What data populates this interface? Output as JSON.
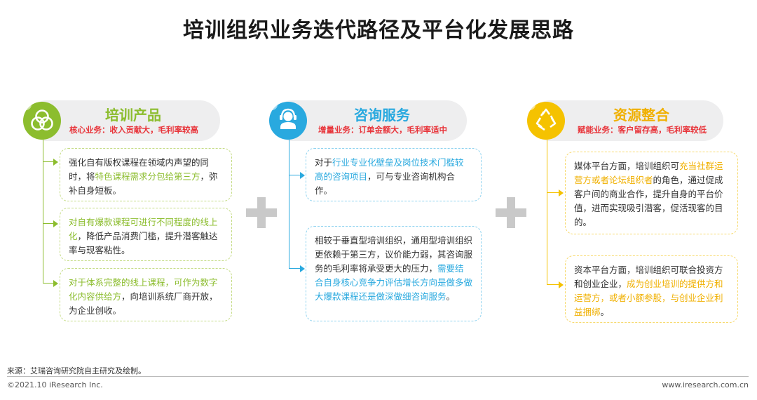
{
  "title": "培训组织业务迭代路径及平台化发展思路",
  "columns": [
    {
      "title": "培训产品",
      "subtitle": "核心业务：收入贡献大，毛利率较高",
      "accent": "#8cbd2e",
      "subtitle_color": "#e8353b",
      "icon": "three-circles-icon",
      "boxes": [
        [
          {
            "t": "强化自有版权课程在领域内声望的同时，将"
          },
          {
            "t": "特色课程需求分包给第三方",
            "h": 1
          },
          {
            "t": "，弥补自身短板。"
          }
        ],
        [
          {
            "t": "对自有爆款课程可进行不同程度的线上化",
            "h": 1
          },
          {
            "t": "，降低产品消费门槛，提升潜客触达率与现客粘性。"
          }
        ],
        [
          {
            "t": "对于体系完整的线上课程，可作为数字化内容供给方",
            "h": 1
          },
          {
            "t": "，向培训系统厂商开放，为企业创收。"
          }
        ]
      ]
    },
    {
      "title": "咨询服务",
      "subtitle": "增量业务：订单金额大，毛利率适中",
      "accent": "#29a9df",
      "subtitle_color": "#e8353b",
      "icon": "headset-person-icon",
      "boxes": [
        [
          {
            "t": "对于"
          },
          {
            "t": "行业专业化壁垒及岗位技术门槛较高的咨询项目",
            "h": 1
          },
          {
            "t": "，可与专业咨询机构合作。"
          }
        ],
        [
          {
            "t": "相较于垂直型培训组织，通用型培训组织更依赖于第三方，议价能力弱，其咨询服务的毛利率将承受更大的压力，"
          },
          {
            "t": "需要结合自身核心竞争力评估增长方向是做多做大爆款课程还是做深做细咨询服务",
            "h": 1
          },
          {
            "t": "。"
          }
        ]
      ]
    },
    {
      "title": "资源整合",
      "subtitle": "赋能业务：客户留存高，毛利率较低",
      "accent": "#f5c200",
      "subtitle_color": "#e8353b",
      "icon": "recycle-icon",
      "boxes": [
        [
          {
            "t": "媒体平台方面，培训组织可"
          },
          {
            "t": "充当社群运营方或者论坛组织者",
            "h": 1
          },
          {
            "t": "的角色，通过促成客户间的商业合作，提升自身的平台价值，进而实现吸引潜客，促活现客的目的。"
          }
        ],
        [
          {
            "t": "资本平台方面，培训组织可联合投资方和创业企业，"
          },
          {
            "t": "成为创业培训的提供方和运营方，或者小额参股，与创业企业利益捆绑",
            "h": 1
          },
          {
            "t": "。"
          }
        ]
      ]
    }
  ],
  "plus_sign": "plus-icon",
  "source": "来源：艾瑞咨询研究院自主研究及绘制。",
  "copyright": "©2021.10 iResearch Inc.",
  "url": "www.iresearch.com.cn"
}
